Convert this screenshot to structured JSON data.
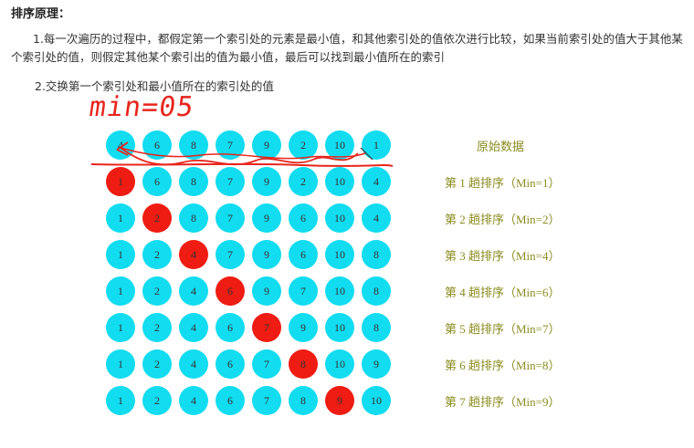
{
  "heading": "排序原理：",
  "paragraph1": "1.每一次遍历的过程中，都假定第一个索引处的元素是最小值，和其他索引处的值依次进行比较，如果当前索引处的值大于其他某个索引处的值，则假定其他某个索引出的值为最小值，最后可以找到最小值所在的索引",
  "paragraph2": "2.交换第一个索引处和最小值所在的索引处的值",
  "handwritten_note": "min=05",
  "rows": [
    {
      "label": "原始数据",
      "values": [
        "4",
        "6",
        "8",
        "7",
        "9",
        "2",
        "10",
        "1"
      ],
      "highlight": -1
    },
    {
      "label": "第 1 趟排序（Min=1）",
      "values": [
        "1",
        "6",
        "8",
        "7",
        "9",
        "2",
        "10",
        "4"
      ],
      "highlight": 0
    },
    {
      "label": "第 2 趟排序（Min=2）",
      "values": [
        "1",
        "2",
        "8",
        "7",
        "9",
        "6",
        "10",
        "4"
      ],
      "highlight": 1
    },
    {
      "label": "第 3 趟排序（Min=4）",
      "values": [
        "1",
        "2",
        "4",
        "7",
        "9",
        "6",
        "10",
        "8"
      ],
      "highlight": 2
    },
    {
      "label": "第 4 趟排序（Min=6）",
      "values": [
        "1",
        "2",
        "4",
        "6",
        "9",
        "7",
        "10",
        "8"
      ],
      "highlight": 3
    },
    {
      "label": "第 5 趟排序（Min=7）",
      "values": [
        "1",
        "2",
        "4",
        "6",
        "7",
        "9",
        "10",
        "8"
      ],
      "highlight": 4
    },
    {
      "label": "第 6 趟排序（Min=8）",
      "values": [
        "1",
        "2",
        "4",
        "6",
        "7",
        "8",
        "10",
        "9"
      ],
      "highlight": 5
    },
    {
      "label": "第 7 趟排序（Min=9）",
      "values": [
        "1",
        "2",
        "4",
        "6",
        "7",
        "8",
        "9",
        "10"
      ],
      "highlight": 6
    }
  ],
  "colors": {
    "circle": "#11dcf0",
    "highlight": "#ee1c12",
    "label": "#8b8b1e",
    "ink": "#e8251d"
  }
}
